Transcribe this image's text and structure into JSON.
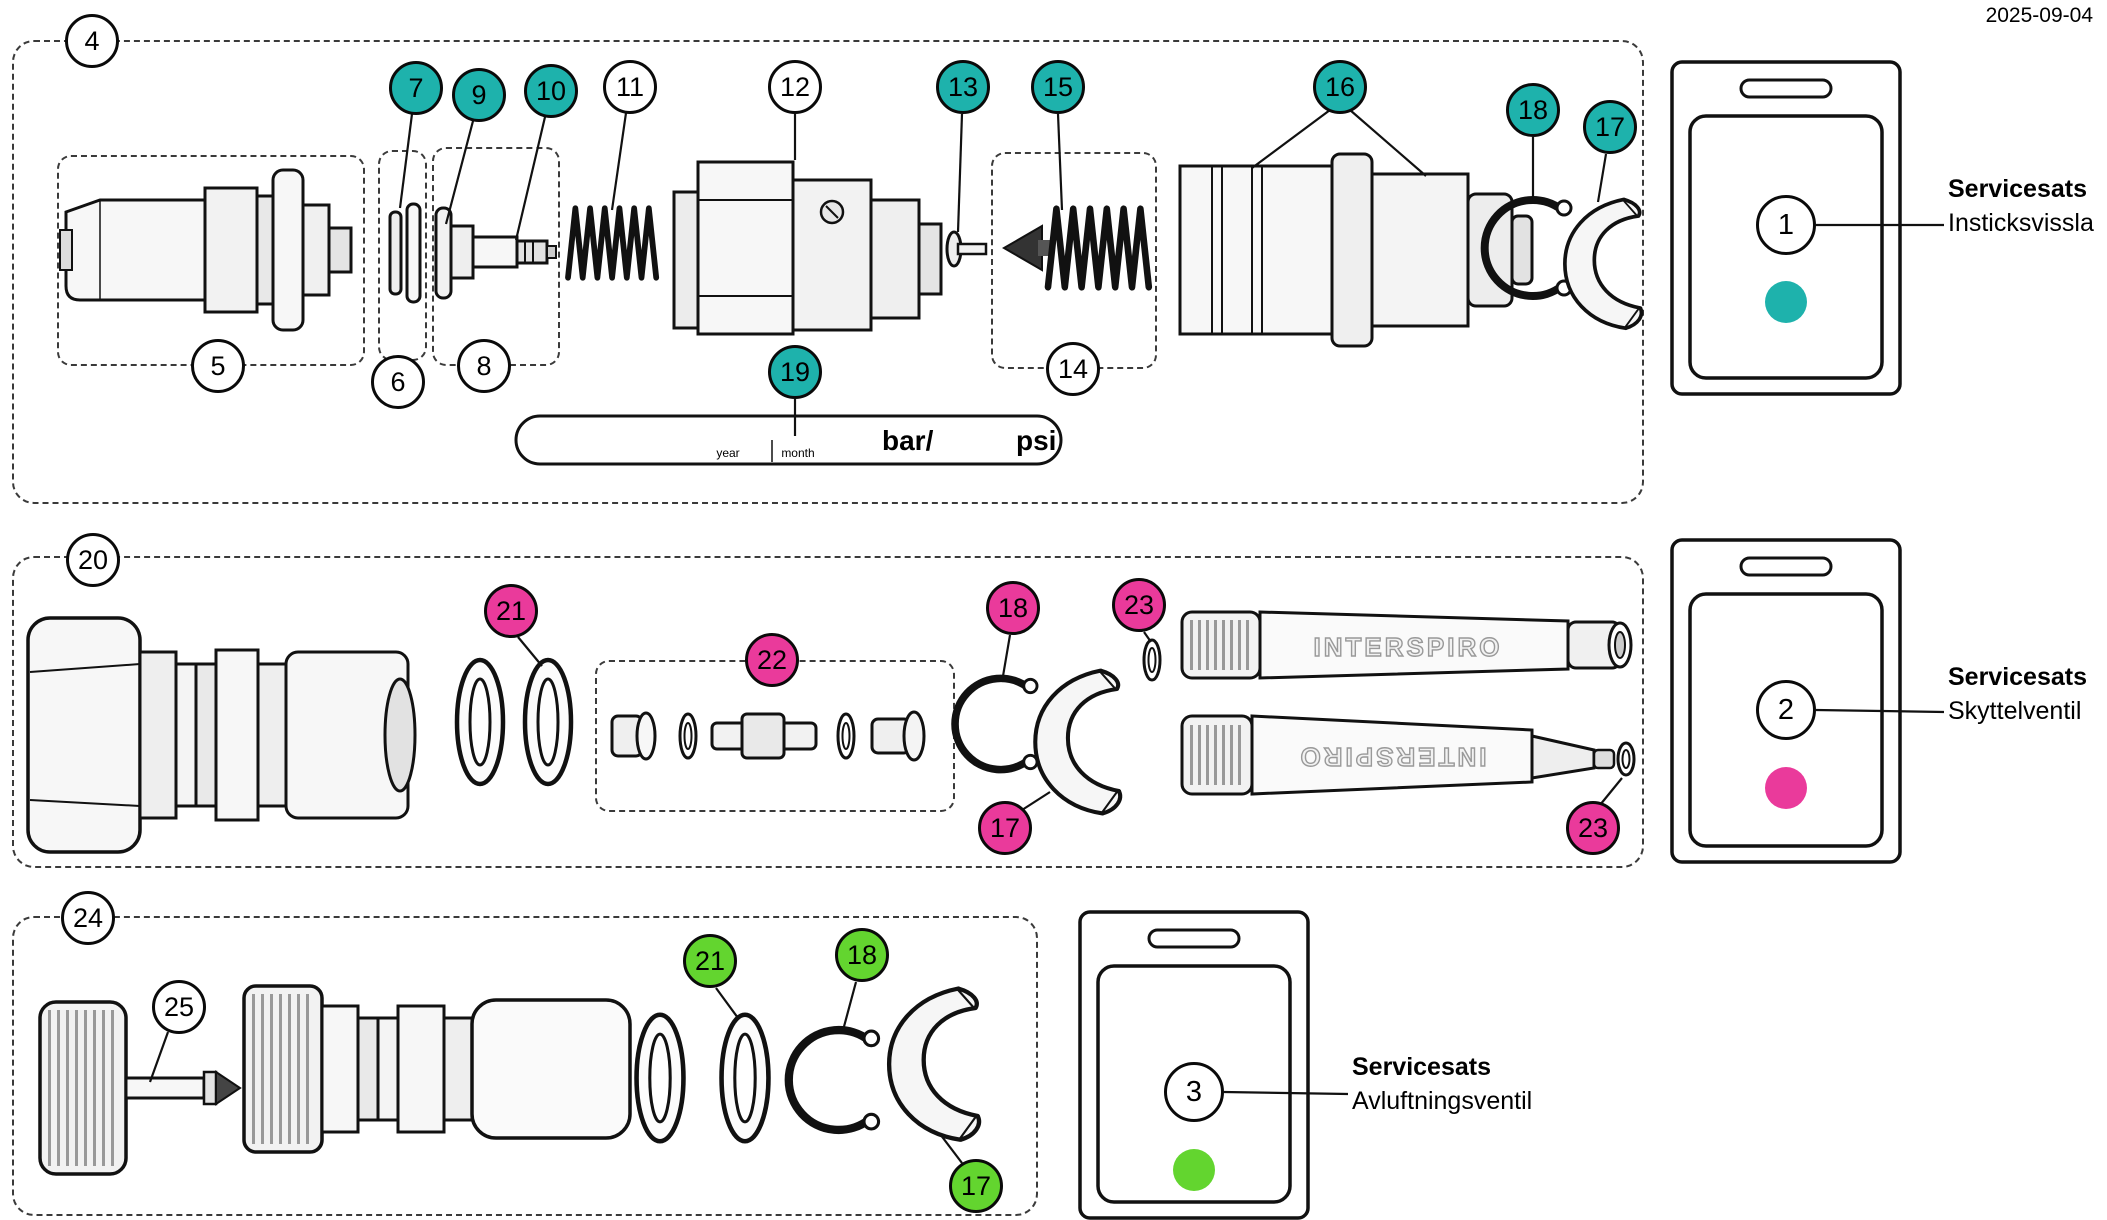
{
  "date": "2025-09-04",
  "colors": {
    "teal": "#1eb2ac",
    "magenta": "#ea3a9b",
    "green": "#63d52f"
  },
  "label_band": {
    "year": "year",
    "month": "month",
    "bar": "bar/",
    "psi": "psi"
  },
  "tubes": {
    "upper": "INTERSPIRO",
    "lower": "INTERSPIRO"
  },
  "kits": [
    {
      "number": "1",
      "title": "Servicesats",
      "subtitle": "Insticksvissla",
      "color": "teal"
    },
    {
      "number": "2",
      "title": "Servicesats",
      "subtitle": "Skyttelventil",
      "color": "magenta"
    },
    {
      "number": "3",
      "title": "Servicesats",
      "subtitle": "Avluftningsventil",
      "color": "green"
    }
  ],
  "callouts": {
    "g1_box": "4",
    "g1_5": "5",
    "g1_6": "6",
    "g1_7": "7",
    "g1_8": "8",
    "g1_9": "9",
    "g1_10": "10",
    "g1_11": "11",
    "g1_12": "12",
    "g1_13": "13",
    "g1_14": "14",
    "g1_15": "15",
    "g1_16": "16",
    "g1_17": "17",
    "g1_18": "18",
    "g1_19": "19",
    "g2_box": "20",
    "g2_21": "21",
    "g2_22": "22",
    "g2_18": "18",
    "g2_23a": "23",
    "g2_17": "17",
    "g2_23b": "23",
    "g3_box": "24",
    "g3_25": "25",
    "g3_21": "21",
    "g3_18": "18",
    "g3_17": "17"
  }
}
